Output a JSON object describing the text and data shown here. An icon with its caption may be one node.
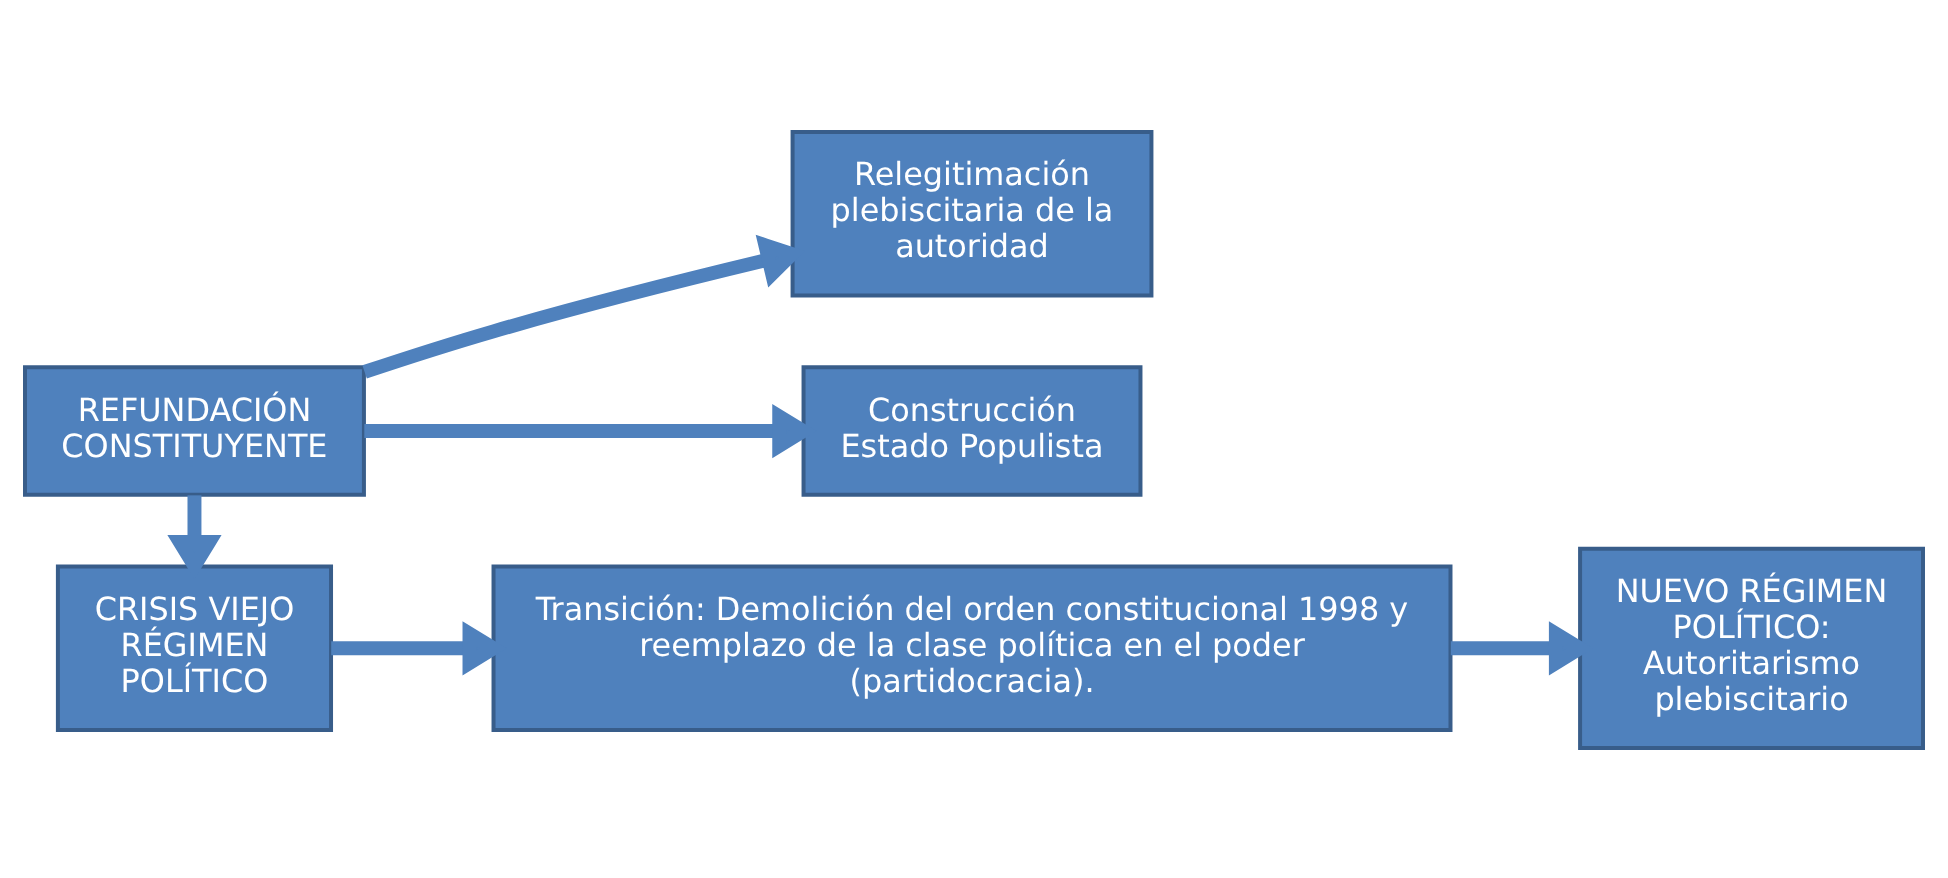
{
  "diagram": {
    "nodes": [
      {
        "text": [
          "REFUNDACIÓN CONSTITUYENTE"
        ]
      },
      {
        "text": [
          "Relegitimación plebiscitaria de la autoridad"
        ]
      },
      {
        "text": [
          "Construcción Estado Populista"
        ]
      },
      {
        "text": [
          "NUEVO RÉGIMEN POLÍTICO: Autoritarismo plebiscitario"
        ]
      },
      {
        "text": [
          "CRISIS VIEJO RÉGIMEN POLÍTICO"
        ]
      },
      {
        "text": [
          "Transición: Demolición del orden constitucional 1998 y reemplazo de la clase política en el poder (partidocracia)."
        ]
      }
    ],
    "edges": [
      {
        "from": 0,
        "to": 1,
        "arrow": "to"
      },
      {
        "from": 0,
        "to": 2,
        "arrow": "to"
      },
      {
        "from": 0,
        "to": 4,
        "arrow": "to"
      },
      {
        "from": 4,
        "to": 5,
        "arrow": "to"
      },
      {
        "from": 5,
        "to": 3,
        "arrow": "to"
      }
    ]
  }
}
